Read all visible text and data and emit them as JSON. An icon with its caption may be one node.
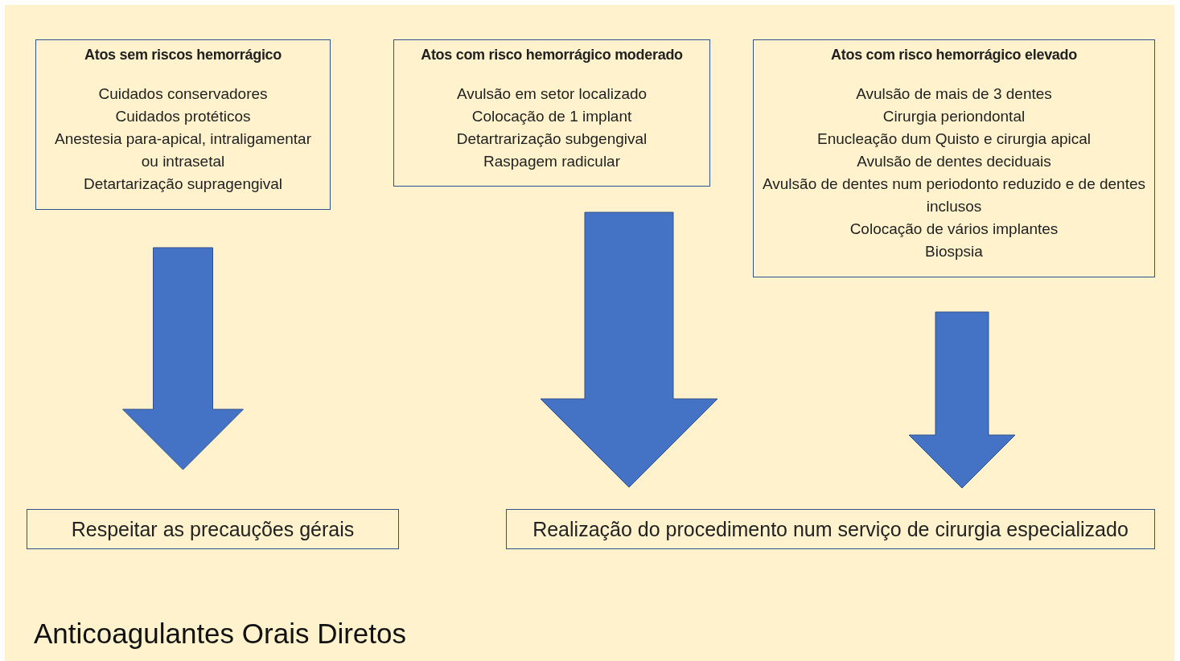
{
  "diagram": {
    "title": "Anticoagulantes Orais Diretos",
    "nodes": [
      {
        "text": [
          "Atos sem riscos hemorrágico",
          "Cuidados conservadores",
          "Cuidados protéticos",
          "Anestesia para-apical, intraligamentar ou intrasetal",
          "Detartarização supragengival"
        ]
      },
      {
        "text": [
          "Atos com risco hemorrágico moderado",
          "Avulsão em setor localizado",
          "Colocação de 1 implant",
          "Detartrarização subgengival",
          "Raspagem radicular"
        ]
      },
      {
        "text": [
          "Atos com risco hemorrágico elevado",
          "Avulsão de mais de 3 dentes",
          "Cirurgia periondontal",
          "Enucleação dum Quisto e cirurgia apical",
          "Avulsão de dentes deciduais",
          "Avulsão de dentes num periodonto reduzido e de dentes inclusos",
          "Colocação de vários implantes",
          "Biospsia"
        ]
      },
      {
        "text": [
          "Respeitar as precauções gérais"
        ]
      },
      {
        "text": [
          "Realização do procedimento num serviço de cirurgia especializado"
        ]
      }
    ],
    "edges": [
      {
        "from": 0,
        "to": 3,
        "arrow": "to"
      },
      {
        "from": 1,
        "to": 4,
        "arrow": "to"
      },
      {
        "from": 2,
        "to": 4,
        "arrow": "to"
      }
    ]
  }
}
